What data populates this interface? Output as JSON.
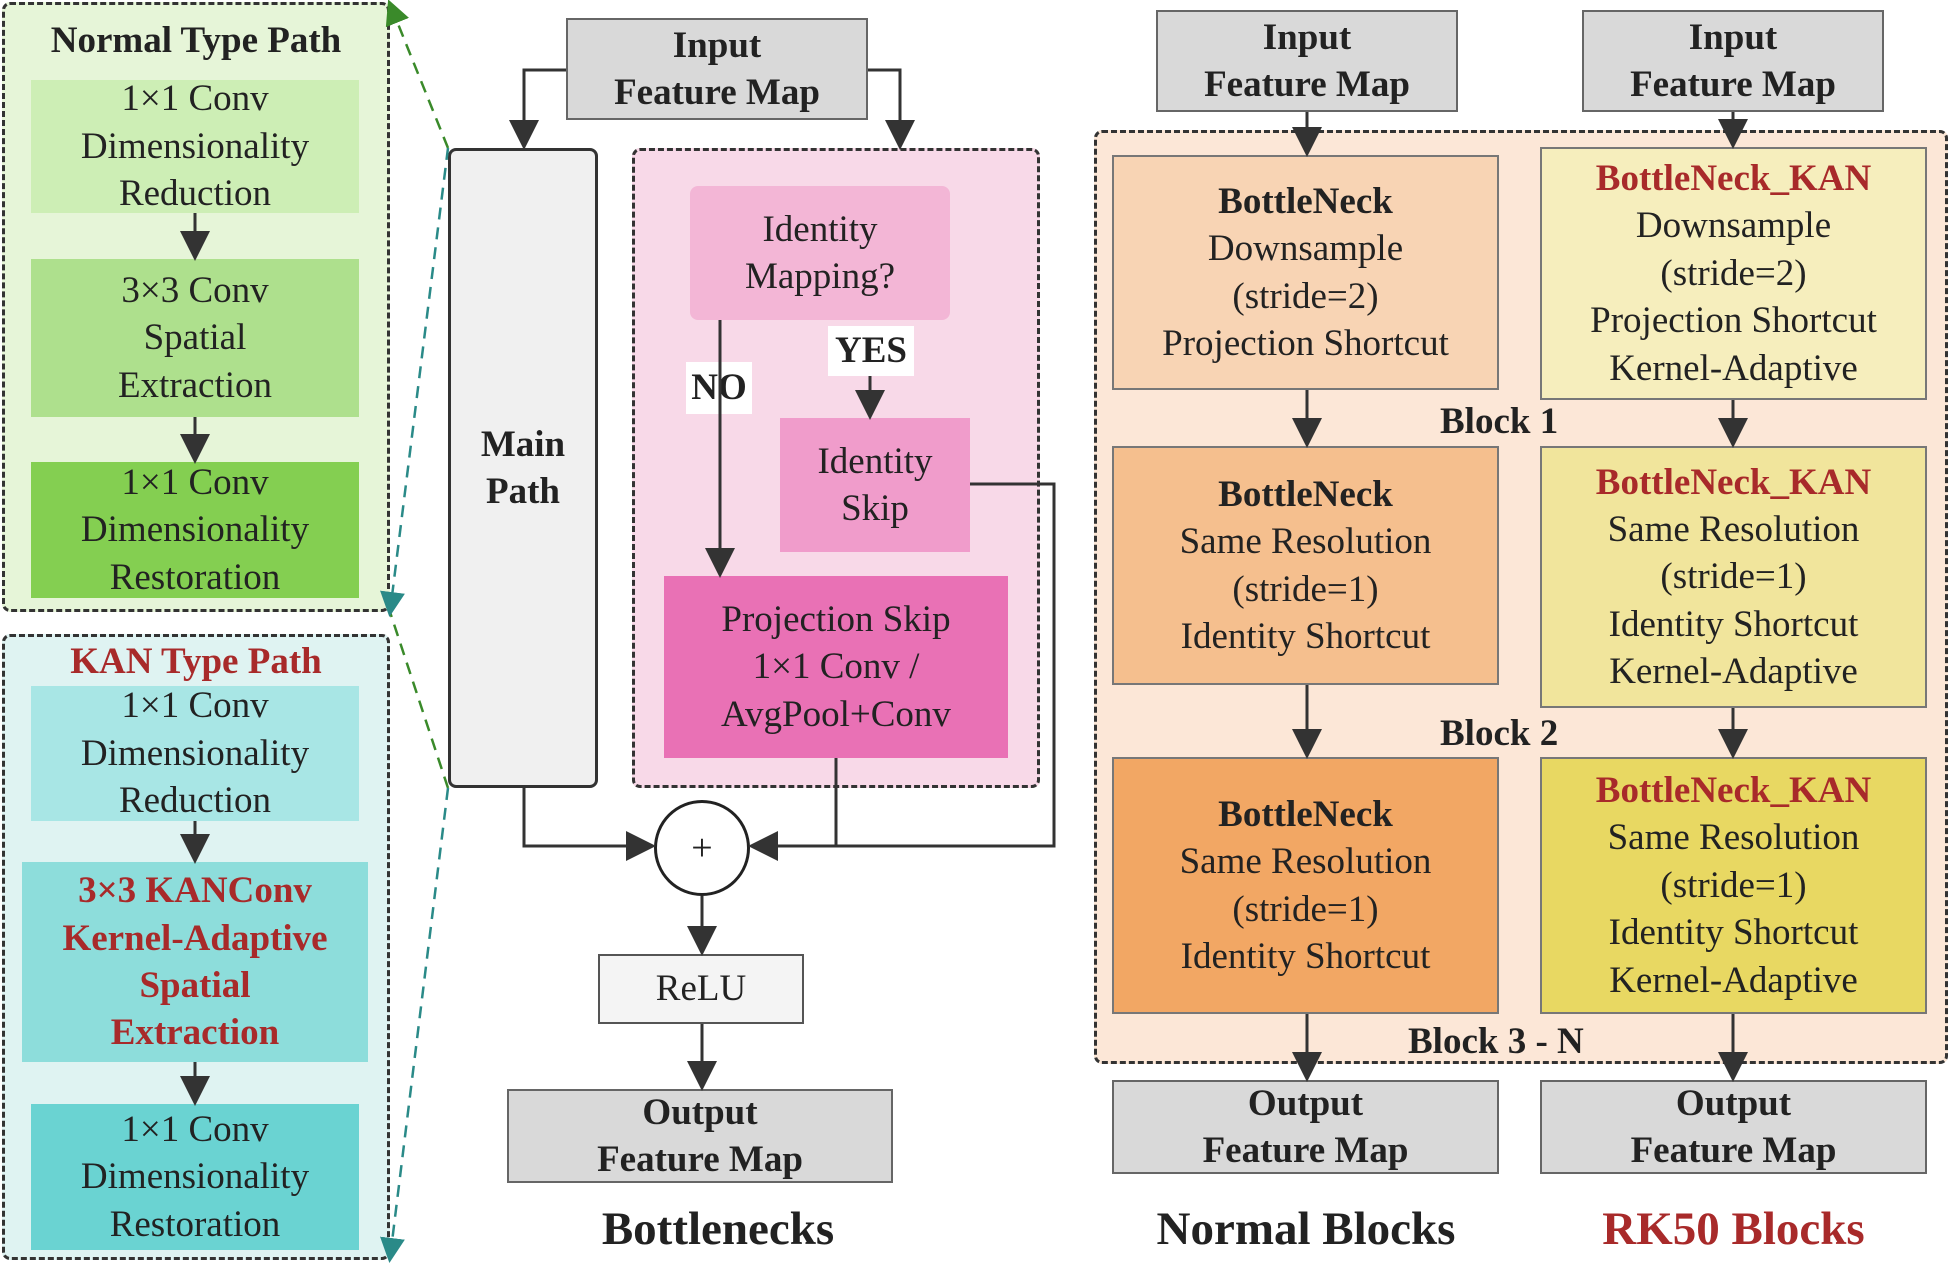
{
  "normal_path": {
    "title": "Normal Type Path",
    "steps": [
      [
        "1×1 Conv",
        "Dimensionality",
        "Reduction"
      ],
      [
        "3×3 Conv",
        "Spatial",
        "Extraction"
      ],
      [
        "1×1 Conv",
        "Dimensionality",
        "Restoration"
      ]
    ]
  },
  "kan_path": {
    "title": "KAN Type Path",
    "steps": [
      [
        "1×1 Conv",
        "Dimensionality",
        "Reduction"
      ],
      [
        "3×3 KANConv",
        "Kernel-Adaptive",
        "Spatial",
        "Extraction"
      ],
      [
        "1×1 Conv",
        "Dimensionality",
        "Restoration"
      ]
    ]
  },
  "bottleneck": {
    "input": [
      "Input",
      "Feature Map"
    ],
    "main_path": [
      "Main",
      "Path"
    ],
    "decision": [
      "Identity",
      "Mapping?"
    ],
    "yes": "YES",
    "no": "NO",
    "identity_skip": [
      "Identity",
      "Skip"
    ],
    "projection_skip": [
      "Projection Skip",
      "1×1 Conv /",
      "AvgPool+Conv"
    ],
    "add": "+",
    "relu": "ReLU",
    "output": [
      "Output",
      "Feature Map"
    ],
    "caption": "Bottlenecks"
  },
  "normal_blocks": {
    "input": [
      "Input",
      "Feature Map"
    ],
    "blocks": [
      [
        "BottleNeck",
        "Downsample",
        "(stride=2)",
        "Projection Shortcut"
      ],
      [
        "BottleNeck",
        "Same Resolution",
        "(stride=1)",
        "Identity Shortcut"
      ],
      [
        "BottleNeck",
        "Same Resolution",
        "(stride=1)",
        "Identity Shortcut"
      ]
    ],
    "output": [
      "Output",
      "Feature Map"
    ],
    "caption": "Normal Blocks"
  },
  "rk50_blocks": {
    "input": [
      "Input",
      "Feature Map"
    ],
    "blocks": [
      [
        "BottleNeck_KAN",
        "Downsample",
        "(stride=2)",
        "Projection Shortcut",
        "Kernel-Adaptive"
      ],
      [
        "BottleNeck_KAN",
        "Same Resolution",
        "(stride=1)",
        "Identity Shortcut",
        "Kernel-Adaptive"
      ],
      [
        "BottleNeck_KAN",
        "Same Resolution",
        "(stride=1)",
        "Identity Shortcut",
        "Kernel-Adaptive"
      ]
    ],
    "output": [
      "Output",
      "Feature Map"
    ],
    "caption": "RK50 Blocks"
  },
  "block_labels": [
    "Block 1",
    "Block 2",
    "Block 3 - N"
  ],
  "colors": {
    "green_panel": "#e6f5d8",
    "green_1": "#cdeeb5",
    "green_2": "#aee08d",
    "green_3": "#84cf51",
    "cyan_panel": "#dff3f2",
    "cyan_1": "#a8e6e5",
    "cyan_2": "#8ddddb",
    "cyan_3": "#6ad3d2",
    "pink_panel": "#f8d9e8",
    "pink_1": "#f3b6d6",
    "pink_2": "#f09ccb",
    "pink_3": "#e971b5",
    "orange_panel": "#fce7d7",
    "orange_1": "#f8d4b4",
    "orange_2": "#f5bf8e",
    "orange_3": "#f2a764",
    "yellow_1": "#f6eebd",
    "yellow_2": "#f1e59c",
    "yellow_3": "#e8d862",
    "kan_red": "#a82a2a",
    "gray_box": "#d9d9d9"
  }
}
